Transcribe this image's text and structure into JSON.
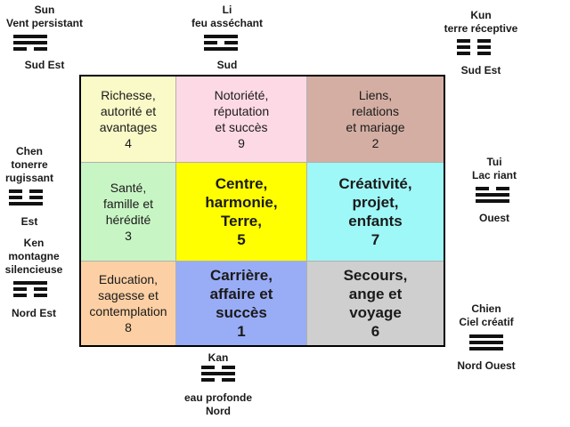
{
  "grid": {
    "cells": [
      {
        "lines": [
          "Richesse,",
          "autorité et",
          "avantages",
          "4"
        ],
        "bg": "#fafac8",
        "big": false
      },
      {
        "lines": [
          "Notoriété,",
          "réputation",
          "et succès",
          "9"
        ],
        "bg": "#fdd9e6",
        "big": false
      },
      {
        "lines": [
          "Liens,",
          "relations",
          "et mariage",
          "2"
        ],
        "bg": "#d4aea3",
        "big": false
      },
      {
        "lines": [
          "Santé,",
          "famille et",
          "hérédité",
          "3"
        ],
        "bg": "#c8f5c4",
        "big": false
      },
      {
        "lines": [
          "Centre,",
          "harmonie,",
          "Terre,",
          "5"
        ],
        "bg": "#ffff00",
        "big": true
      },
      {
        "lines": [
          "Créativité,",
          "projet,",
          "enfants",
          "7"
        ],
        "bg": "#9ff8f8",
        "big": true
      },
      {
        "lines": [
          "Education,",
          "sagesse et",
          "contemplation",
          "8"
        ],
        "bg": "#fcd0a4",
        "big": false
      },
      {
        "lines": [
          "Carrière,",
          "affaire et",
          "succès",
          "1"
        ],
        "bg": "#99acf6",
        "big": true
      },
      {
        "lines": [
          "Secours,",
          "ange et",
          "voyage",
          "6"
        ],
        "bg": "#cfcfcf",
        "big": true
      }
    ]
  },
  "trigrams": [
    {
      "top": [
        "Sun",
        "Vent persistant"
      ],
      "bottom": [
        "Sud Est"
      ],
      "lines": [
        "solid",
        "solid",
        "broken"
      ]
    },
    {
      "top": [
        "Li",
        "feu asséchant"
      ],
      "bottom": [
        "Sud"
      ],
      "lines": [
        "solid",
        "broken",
        "solid"
      ]
    },
    {
      "top": [
        "Kun",
        "terre réceptive"
      ],
      "bottom": [
        "Sud Est"
      ],
      "lines": [
        "broken",
        "broken",
        "broken"
      ]
    },
    {
      "top": [
        "Chen",
        "tonerre",
        "rugissant"
      ],
      "bottom": [
        "Est"
      ],
      "lines": [
        "broken",
        "broken",
        "solid"
      ]
    },
    {
      "top": [
        "Tui",
        "Lac riant"
      ],
      "bottom": [
        "Ouest"
      ],
      "lines": [
        "broken",
        "solid",
        "solid"
      ]
    },
    {
      "top": [
        "Ken",
        "montagne",
        "silencieuse"
      ],
      "bottom": [
        "Nord Est"
      ],
      "lines": [
        "solid",
        "broken",
        "broken"
      ]
    },
    {
      "top": [
        "Chien",
        "Ciel créatif"
      ],
      "bottom": [
        "Nord Ouest"
      ],
      "lines": [
        "solid",
        "solid",
        "solid"
      ]
    },
    {
      "top": [
        "Kan"
      ],
      "bottom": [
        "eau profonde",
        "Nord"
      ],
      "lines": [
        "broken",
        "solid",
        "broken"
      ]
    }
  ]
}
